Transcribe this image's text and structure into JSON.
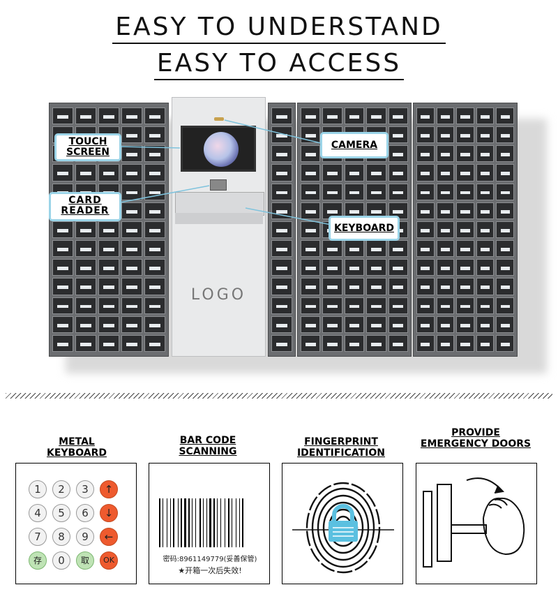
{
  "headline": {
    "line1": "EASY TO UNDERSTAND",
    "line2": "EASY TO ACCESS"
  },
  "kiosk": {
    "logo_text": "LOGO"
  },
  "callouts": {
    "touch_screen": {
      "line1": "TOUCH",
      "line2": "SCREEN"
    },
    "camera": "CAMERA",
    "card_reader": {
      "line1": "CARD",
      "line2": "READER"
    },
    "keyboard": "KEYBOARD"
  },
  "features": [
    {
      "title1": "METAL",
      "title2": "KEYBOARD"
    },
    {
      "title1": "BAR CODE",
      "title2": "SCANNING"
    },
    {
      "title1": "FINGERPRINT",
      "title2": "IDENTIFICATION"
    },
    {
      "title1": "PROVIDE",
      "title2": "EMERGENCY DOORS"
    }
  ],
  "keypad": {
    "keys": [
      "1",
      "2",
      "3",
      "↑",
      "4",
      "5",
      "6",
      "↓",
      "7",
      "8",
      "9",
      "←",
      "存",
      "0",
      "取",
      "OK"
    ]
  },
  "barcode": {
    "code_line": "密码:8961149779(妥善保管)",
    "note_line": "★开箱一次后失效!"
  },
  "colors": {
    "callout_border": "#9bd4e8",
    "key_orange": "#ee5a2e",
    "key_green": "#bfe3b5",
    "lock_blue": "#5bc0e0"
  }
}
